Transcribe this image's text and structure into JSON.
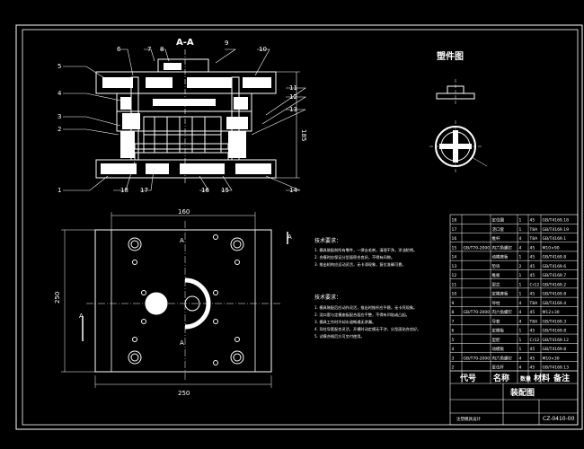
{
  "section_view": {
    "title": "A-A",
    "callouts": [
      "1",
      "2",
      "3",
      "4",
      "5",
      "6",
      "7",
      "8",
      "9",
      "10",
      "11",
      "12",
      "13",
      "14",
      "15",
      "16",
      "17",
      "18"
    ],
    "dim_right": "185"
  },
  "part_view": {
    "title": "塑件图"
  },
  "plan_view": {
    "dim_top": "160",
    "dim_left": "250",
    "dim_bottom": "250",
    "marker_a": "A"
  },
  "tech_req_1": {
    "title": "技术要求：",
    "lines": [
      "1. 模具装配前所有零件，一律去毛刺，清理干净，涂油防锈。",
      "2. 合模时应保证分型面密合良好，不得有间隙。",
      "3. 推出机构应运动灵活，无卡滞现象，复位准确可靠。"
    ]
  },
  "tech_req_2": {
    "title": "技术要求：",
    "lines": [
      "1. 模具装配后应动作灵活，推出时推杆应平稳，无卡死现象。",
      "2. 浇口套与定模座板配合面应平整，不得有凹陷或凸起。",
      "3. 模具工作时冷却水道畅通无渗漏。",
      "4. 导柱导套配合灵活，开模时动定模无干涉，分型面贴合良好。",
      "5. 试模合格后方可交付使用。"
    ]
  },
  "title_block": {
    "rows": [
      [
        "18",
        "",
        "定位圈",
        "1",
        "45",
        "GB/T4169.18"
      ],
      [
        "17",
        "",
        "浇口套",
        "1",
        "T8A",
        "GB/T4169.19"
      ],
      [
        "16",
        "",
        "推杆",
        "4",
        "T8A",
        "GB/T4169.1"
      ],
      [
        "15",
        "GB/T70-2000",
        "内六角螺钉",
        "4",
        "45",
        "M10×90"
      ],
      [
        "14",
        "",
        "动模座板",
        "1",
        "45",
        "GB/T4169.8"
      ],
      [
        "13",
        "",
        "垫块",
        "2",
        "45",
        "GB/T4169.6"
      ],
      [
        "12",
        "",
        "推板",
        "1",
        "45",
        "GB/T4169.7"
      ],
      [
        "11",
        "",
        "型芯",
        "1",
        "Cr12",
        "GB/T4169.2"
      ],
      [
        "10",
        "",
        "定模座板",
        "1",
        "45",
        "GB/T4169.8"
      ],
      [
        "9",
        "",
        "导柱",
        "4",
        "T8A",
        "GB/T4169.4"
      ],
      [
        "8",
        "GB/T70-2000",
        "内六角螺钉",
        "4",
        "45",
        "M12×30"
      ],
      [
        "7",
        "",
        "导套",
        "4",
        "T8A",
        "GB/T4169.3"
      ],
      [
        "6",
        "",
        "定模板",
        "1",
        "45",
        "GB/T4169.8"
      ],
      [
        "5",
        "",
        "型腔",
        "1",
        "Cr12",
        "GB/T4169.12"
      ],
      [
        "4",
        "",
        "动模板",
        "1",
        "45",
        "GB/T4169.8"
      ],
      [
        "3",
        "GB/T70-2000",
        "内六角螺钉",
        "4",
        "45",
        "M10×30"
      ],
      [
        "2",
        "",
        "复位杆",
        "4",
        "45",
        "GB/T4169.13"
      ]
    ],
    "header": [
      "代号",
      "名称",
      "数量",
      "材料",
      "备注"
    ],
    "drawing_name": "装配图",
    "drawing_code": "CZ-0410-00",
    "school": "注塑模具设计"
  }
}
